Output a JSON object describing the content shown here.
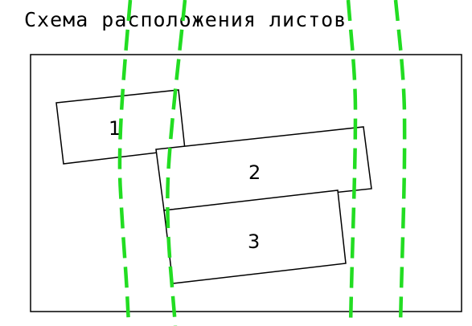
{
  "diagram": {
    "title": "Схема расположения листов",
    "sheets": [
      {
        "label": "1"
      },
      {
        "label": "2"
      },
      {
        "label": "3"
      }
    ],
    "colors": {
      "outline": "#000000",
      "guide_lines": "#22dd22",
      "background": "#ffffff"
    }
  }
}
